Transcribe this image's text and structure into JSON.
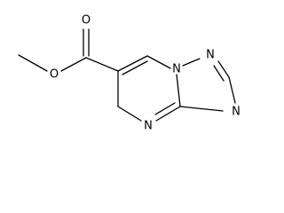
{
  "molecule": {
    "atoms": {
      "carbonyl_oxygen": "O",
      "ester_oxygen": "O",
      "bridgehead_nitrogen": "N",
      "triazole_nitrogen_2": "N",
      "triazole_nitrogen_4": "N",
      "pyrimidine_nitrogen": "N"
    },
    "colors": {
      "bonds": "#000000",
      "labels": "#000000",
      "background": "#ffffff"
    }
  }
}
